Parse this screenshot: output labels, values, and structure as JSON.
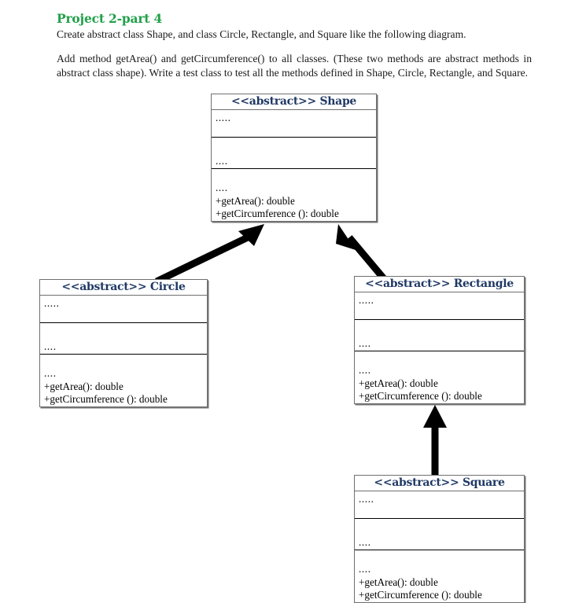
{
  "document": {
    "title": "Project 2-part 4",
    "intro": "Create abstract class Shape, and class Circle, Rectangle, and Square like the following diagram.",
    "detail": "Add method getArea() and getCircumference() to all classes.  (These two methods are abstract methods in abstract class shape). Write a test class to test all the methods defined in Shape, Circle, Rectangle, and Square."
  },
  "colors": {
    "title_green": "#22a04a",
    "class_name_navy": "#1f3864",
    "border_gray": "#6f6f6f",
    "arrow_black": "#000000",
    "page_background": "#ffffff"
  },
  "diagram": {
    "type": "uml-class-diagram",
    "classes": [
      {
        "id": "shape",
        "stereotype": "<<abstract>>",
        "name": "Shape",
        "header": "<<abstract>> Shape",
        "attributes": ".....",
        "middle": "....",
        "operations_dots": "....",
        "operations": [
          "+getArea(): double",
          "+getCircumference (): double"
        ]
      },
      {
        "id": "circle",
        "stereotype": "<<abstract>>",
        "name": "Circle",
        "header": "<<abstract>> Circle",
        "attributes": ".....",
        "middle": "....",
        "operations_dots": "....",
        "operations": [
          "+getArea(): double",
          "+getCircumference (): double"
        ]
      },
      {
        "id": "rectangle",
        "stereotype": "<<abstract>>",
        "name": "Rectangle",
        "header": "<<abstract>> Rectangle",
        "attributes": ".....",
        "middle": "....",
        "operations_dots": "....",
        "operations": [
          "+getArea(): double",
          "+getCircumference (): double"
        ]
      },
      {
        "id": "square",
        "stereotype": "<<abstract>>",
        "name": "Square",
        "header": "<<abstract>> Square",
        "attributes": ".....",
        "middle": "....",
        "operations_dots": "....",
        "operations": [
          "+getArea(): double",
          "+getCircumference (): double"
        ]
      }
    ],
    "relations": [
      {
        "id": "circle-to-shape",
        "from": "Circle",
        "to": "Shape",
        "kind": "inheritance-arrow"
      },
      {
        "id": "rectangle-to-shape",
        "from": "Rectangle",
        "to": "Shape",
        "kind": "inheritance-arrow"
      },
      {
        "id": "square-to-rectangle",
        "from": "Square",
        "to": "Rectangle",
        "kind": "inheritance-arrow"
      }
    ]
  }
}
